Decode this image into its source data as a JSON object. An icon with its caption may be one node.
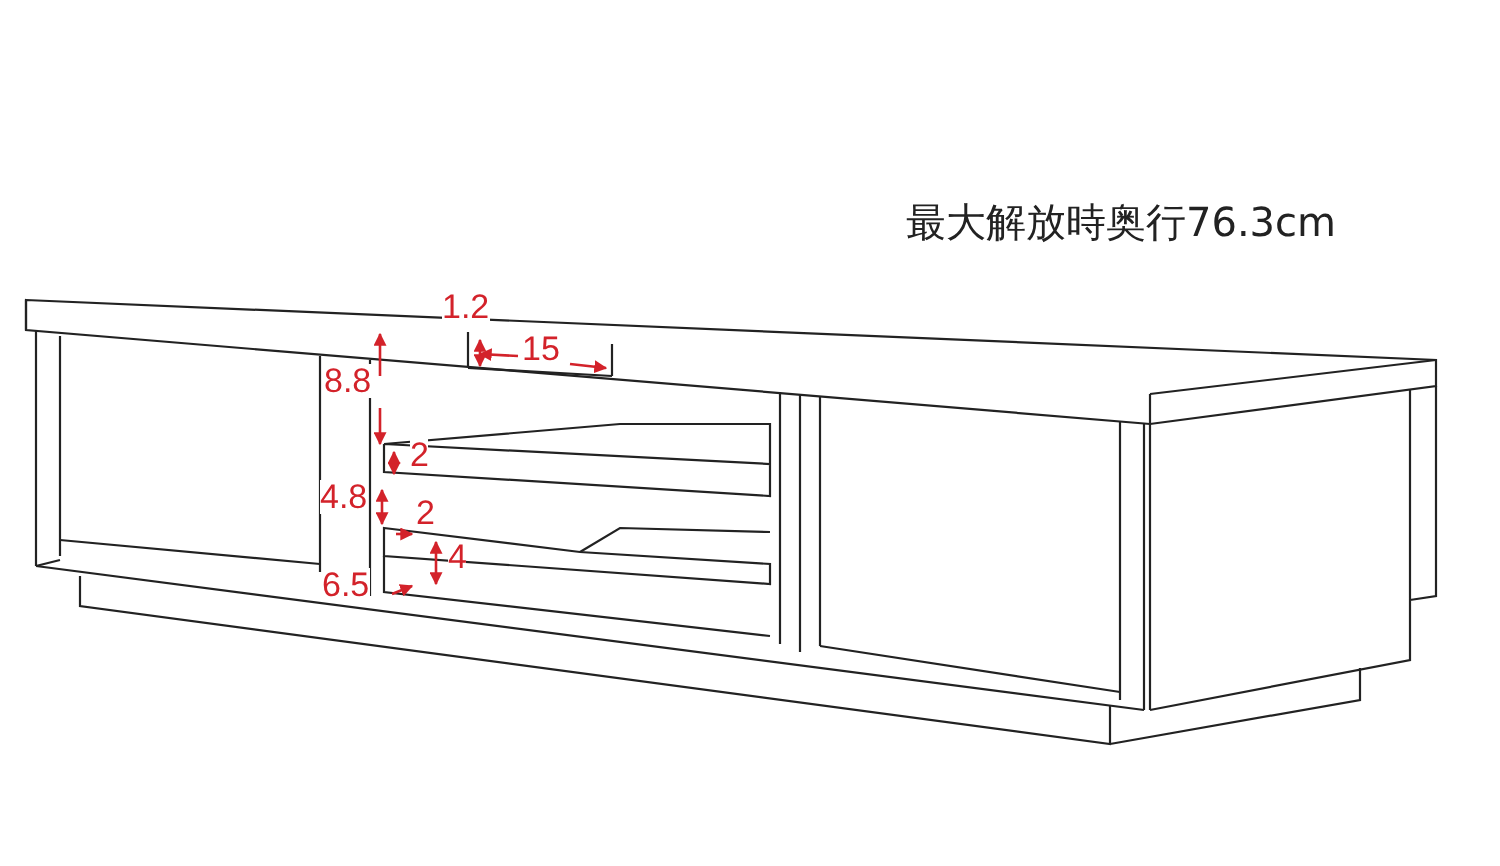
{
  "diagram": {
    "labels": [
      "最大解放時奥行76.3cm",
      "1.2",
      "15",
      "8.8",
      "2",
      "4.8",
      "2",
      "4",
      "6.5"
    ]
  }
}
